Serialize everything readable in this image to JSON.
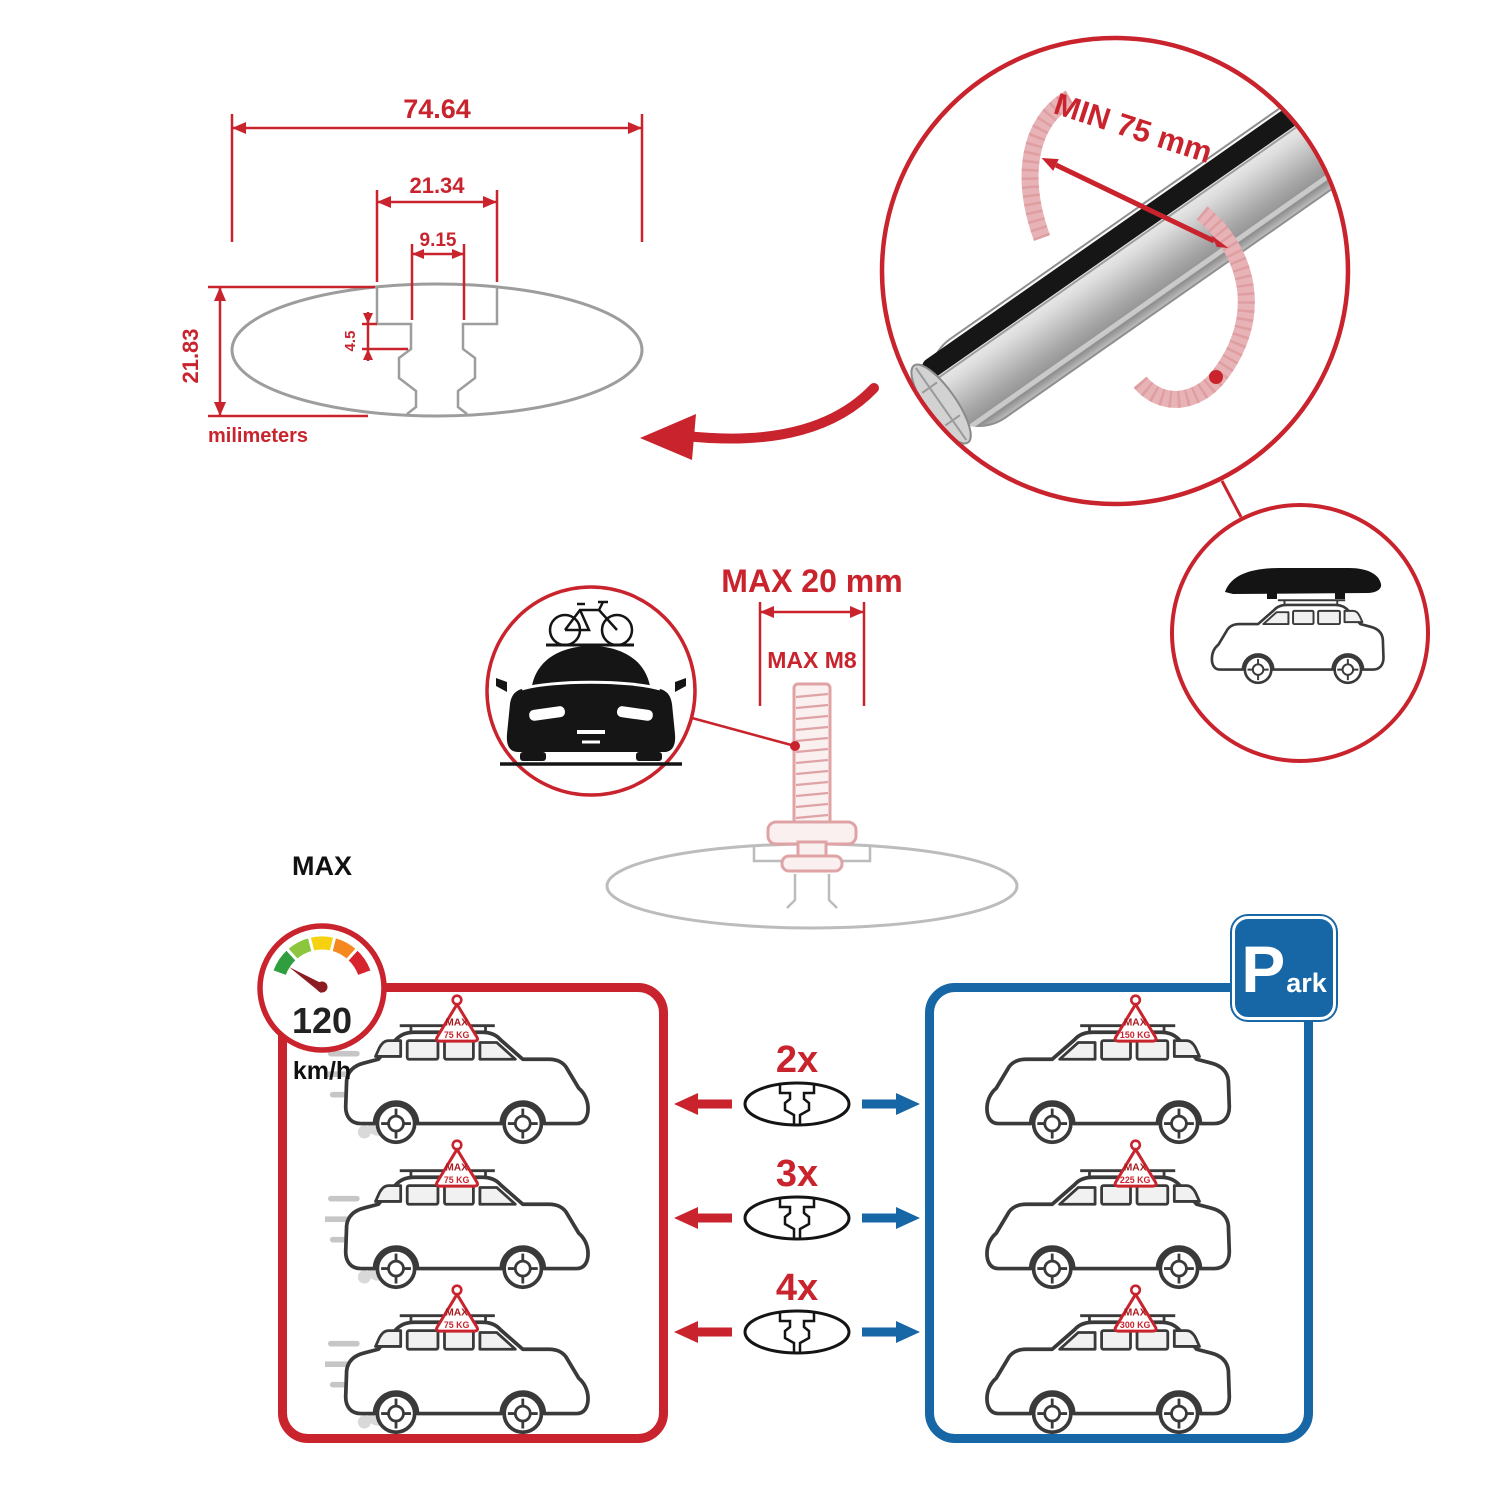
{
  "colors": {
    "red": "#c9232d",
    "blue": "#1766a6",
    "gray": "#9d9d9c",
    "dark": "#1a1a1a",
    "gauge_green": "#2f9e3f",
    "gauge_yellow": "#f5d10f",
    "gauge_orange": "#f5891f"
  },
  "tech_drawing": {
    "dim_width_outer": "74.64",
    "dim_width_channel": "21.34",
    "dim_width_slot": "9.15",
    "dim_depth_slot": "4.5",
    "dim_height": "21.83",
    "unit_label": "milimeters"
  },
  "bar_detail": {
    "min_span_label": "MIN 75 mm"
  },
  "bolt_detail": {
    "max_width_label": "MAX 20 mm",
    "max_thread_label": "MAX M8"
  },
  "speed_limit": {
    "title": "MAX",
    "value": "120",
    "unit": "km/h"
  },
  "driving_cars": [
    {
      "sign_title": "MAX",
      "sign_value": "75 KG"
    },
    {
      "sign_title": "MAX",
      "sign_value": "75 KG"
    },
    {
      "sign_title": "MAX",
      "sign_value": "75 KG"
    }
  ],
  "bar_options": [
    {
      "qty": "2x"
    },
    {
      "qty": "3x"
    },
    {
      "qty": "4x"
    }
  ],
  "parking": {
    "sign_letter": "P",
    "sign_rest": "ark",
    "cars": [
      {
        "sign_title": "MAX",
        "sign_value": "150 KG"
      },
      {
        "sign_title": "MAX",
        "sign_value": "225 KG"
      },
      {
        "sign_title": "MAX",
        "sign_value": "300 KG"
      }
    ]
  }
}
